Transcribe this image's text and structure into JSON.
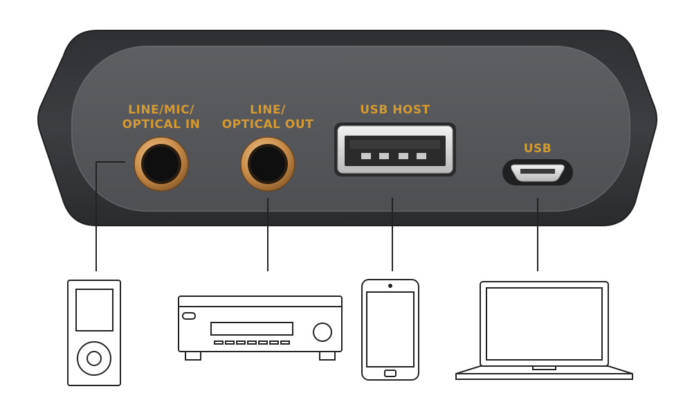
{
  "ports": [
    {
      "id": "line-mic-optical-in",
      "label_line1": "LINE/MIC/",
      "label_line2": "OPTICAL IN",
      "connected_device": "media-player"
    },
    {
      "id": "line-optical-out",
      "label_line1": "LINE/",
      "label_line2": "OPTICAL OUT",
      "connected_device": "av-receiver"
    },
    {
      "id": "usb-host",
      "label_line1": "USB HOST",
      "connected_device": "smartphone"
    },
    {
      "id": "usb",
      "label_line1": "USB",
      "connected_device": "laptop"
    }
  ],
  "colors": {
    "device_body": "#3b3d40",
    "device_face": "#56585b",
    "label_gold": "#d39a33",
    "jack_copper": "#c98d4a",
    "usb_silver": "#d8d8d8",
    "line": "#222222"
  }
}
